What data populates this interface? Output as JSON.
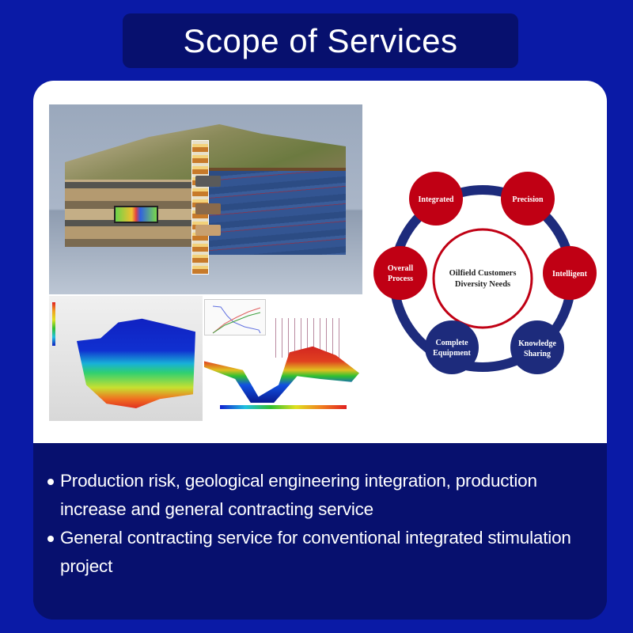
{
  "header": {
    "title": "Scope of Services"
  },
  "colors": {
    "background": "#0a1aa6",
    "panel_navy": "#07106e",
    "diagram_red": "#c00014",
    "diagram_navy": "#1d2b7c"
  },
  "images": {
    "main": "oilfield-3d-cross-section-illustration",
    "left": "3d-geomechanical-model-colormap",
    "right": "3d-reservoir-surface-with-wells"
  },
  "diagram": {
    "center": {
      "line1": "Oilfield Customers",
      "line2": "Diversity Needs"
    },
    "nodes": [
      {
        "line1": "Integrated",
        "line2": "",
        "color": "red"
      },
      {
        "line1": "Precision",
        "line2": "",
        "color": "red"
      },
      {
        "line1": "Intelligent",
        "line2": "",
        "color": "red"
      },
      {
        "line1": "Knowledge",
        "line2": "Sharing",
        "color": "navy"
      },
      {
        "line1": "Complete",
        "line2": "Equipment",
        "color": "navy"
      },
      {
        "line1": "Overall",
        "line2": "Process",
        "color": "red"
      }
    ]
  },
  "bullets": [
    "Production risk, geological engineering integration, production increase and general contracting service",
    "General contracting service for conventional integrated stimulation project"
  ]
}
